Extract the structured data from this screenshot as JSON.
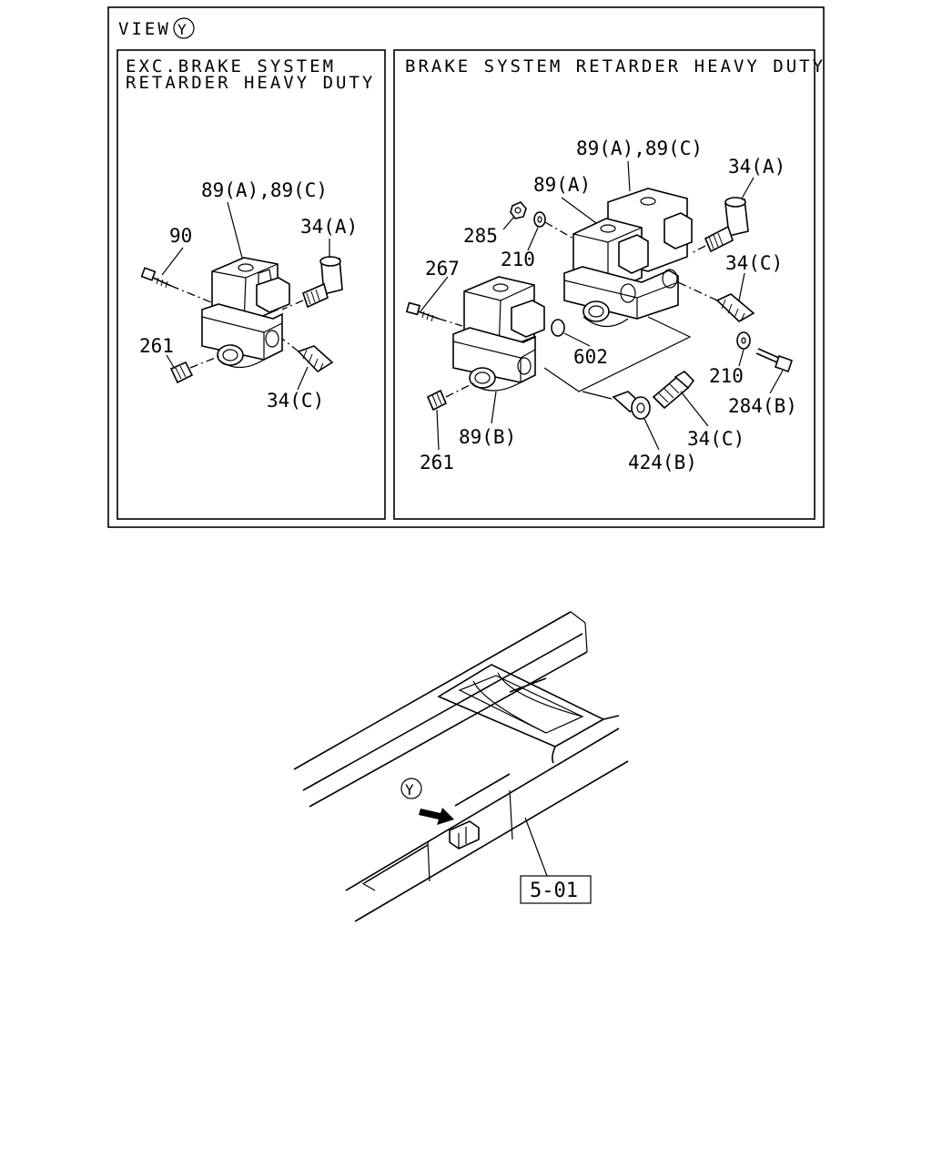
{
  "view": {
    "word": "VIEW",
    "marker": "Y"
  },
  "panels": {
    "left": {
      "title_line1": "EXC.BRAKE SYSTEM",
      "title_line2": "RETARDER HEAVY DUTY",
      "labels": {
        "valve": "89(A),89(C)",
        "bolt": "90",
        "elbow": "34(A)",
        "plug": "261",
        "fitting": "34(C)"
      }
    },
    "right": {
      "title": "BRAKE SYSTEM RETARDER HEAVY DUTY",
      "labels": {
        "valve_top": "89(A),89(C)",
        "valve_mid": "89(A)",
        "elbow_top": "34(A)",
        "nut": "285",
        "washer_top": "210",
        "bolt_267": "267",
        "fitting_right": "34(C)",
        "oring": "602",
        "washer_bottom": "210",
        "bolt_284": "284(B)",
        "valve_bottom": "89(B)",
        "fitting_bottom": "34(C)",
        "plug": "261",
        "elbow_bottom": "424(B)"
      }
    }
  },
  "chassis": {
    "marker": "Y",
    "reference": "5-01"
  }
}
